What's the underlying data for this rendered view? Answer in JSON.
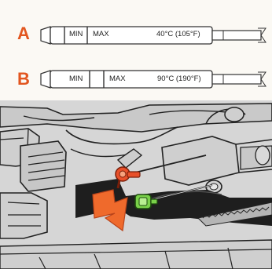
{
  "dipsticks": [
    {
      "letter": "A",
      "min_label": "MIN",
      "max_label": "MAX",
      "temperature": "40°C (105°F)"
    },
    {
      "letter": "B",
      "min_label": "MIN",
      "max_label": "MAX",
      "temperature": "90°C (190°F)"
    }
  ],
  "colors": {
    "accent": "#e2561f",
    "dipstick_handle_orange": "#e8502a",
    "dipstick_handle_green": "#7ad14a",
    "engine_background": "#d7d7d7"
  },
  "icons": {
    "orange_handle": "orange-dipstick-handle-icon",
    "green_handle": "green-dipstick-handle-icon",
    "pointer_arrow": "orange-arrow-icon"
  }
}
